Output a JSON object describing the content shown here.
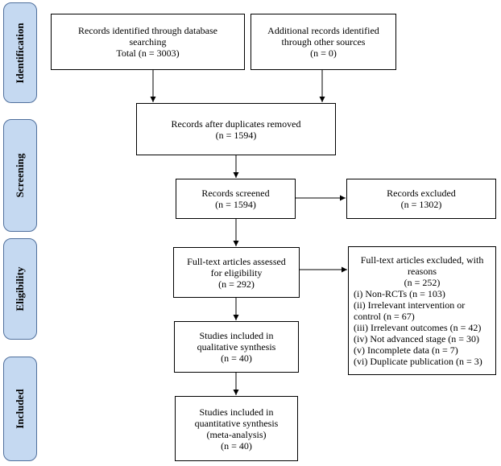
{
  "stages": {
    "identification": "Identification",
    "screening": "Screening",
    "eligibility": "Eligibility",
    "included": "Included"
  },
  "boxes": {
    "database": [
      "Records identified through database",
      "searching",
      "Total (n = 3003)"
    ],
    "other": [
      "Additional records identified",
      "through other sources",
      "(n =  0)"
    ],
    "dup_removed": [
      "Records after duplicates removed",
      "(n = 1594)"
    ],
    "screened": [
      "Records screened",
      "(n = 1594)"
    ],
    "excluded": [
      "Records excluded",
      "(n = 1302)"
    ],
    "fulltext": [
      "Full-text articles assessed",
      "for eligibility",
      "(n = 292)"
    ],
    "fulltext_excluded": {
      "header": [
        "Full-text articles excluded, with",
        "reasons",
        "(n = 252)"
      ],
      "reasons": [
        "(i) Non-RCTs (n = 103)",
        "(ii) Irrelevant intervention or",
        "control (n = 67)",
        "(iii) Irrelevant outcomes (n = 42)",
        "(iv) Not advanced stage (n = 30)",
        "(v) Incomplete data (n = 7)",
        "(vi) Duplicate publication (n = 3)"
      ]
    },
    "qualitative": [
      "Studies included in",
      "qualitative synthesis",
      "(n = 40)"
    ],
    "quantitative": [
      "Studies included in",
      "quantitative synthesis",
      "(meta-analysis)",
      "(n = 40)"
    ]
  }
}
